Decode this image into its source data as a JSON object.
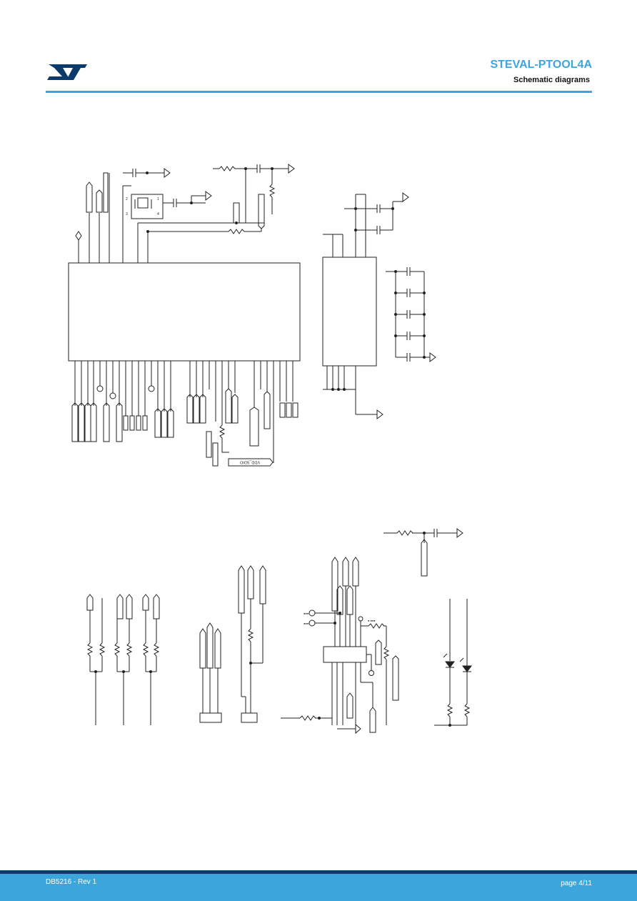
{
  "header": {
    "title": "STEVAL-PTOOL4A",
    "subtitle": "Schematic diagrams",
    "brand_color": "#3ca6dc",
    "logo": "st-logo-icon"
  },
  "schematic": {
    "net_label": "VDD_SDIO"
  },
  "footer": {
    "doc_id": "DB5216 - Rev 1",
    "page": "page 4/11",
    "band_color": "#3ca6dc"
  }
}
